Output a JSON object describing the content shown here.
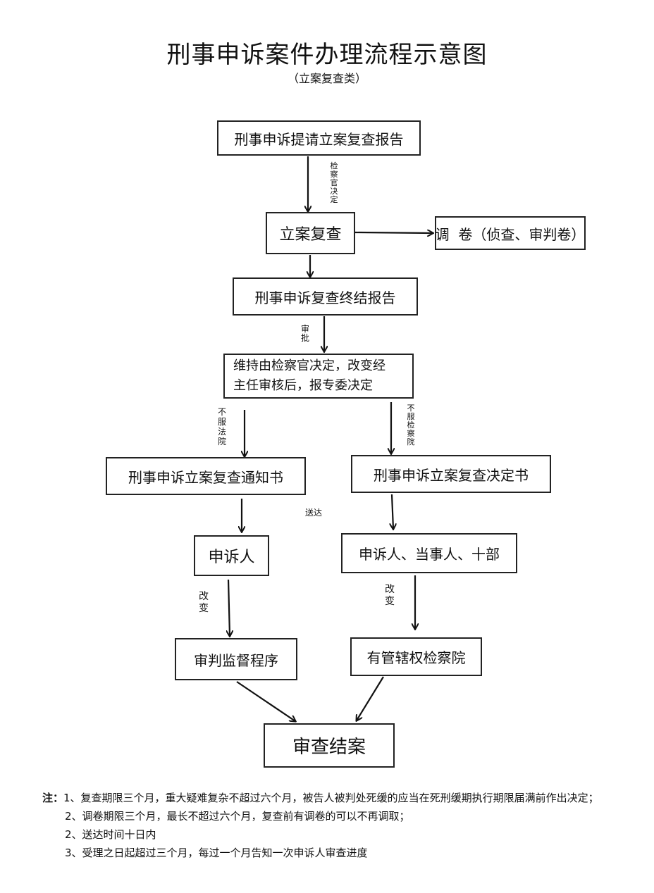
{
  "title": "刑事申诉案件办理流程示意图",
  "subtitle": "（立案复查类）",
  "boxes": {
    "report": "刑事申诉提请立案复查报告",
    "review": "立案复查",
    "retrieve": "调  卷（侦查、审判卷）",
    "final_report": "刑事申诉复查终结报告",
    "decision_line1": "维持由检察官决定，改变经",
    "decision_line2": "主任审核后，报专委决定",
    "notice": "刑事申诉立案复查通知书",
    "decision_doc": "刑事申诉立案复查决定书",
    "appellant": "申诉人",
    "parties": "申诉人、当事人、十部",
    "trial_supervision": "审判监督程序",
    "jurisdiction": "有管辖权检察院",
    "close": "审查结案"
  },
  "labels": {
    "prosecutor_decides": "检察官决定",
    "approve": "审批",
    "not_accept_court": "不服法院",
    "not_accept_procuratorate": "不服检察院",
    "deliver": "送达",
    "change_left": "改变",
    "change_right": "改变"
  },
  "notes": {
    "prefix": "注：",
    "line1": "1、复查期限三个月，重大疑难复杂不超过六个月，被告人被判处死缓的应当在死刑缓期执行期限届满前作出决定；",
    "line2": "2、调卷期限三个月，最长不超过六个月，复查前有调卷的可以不再调取；",
    "line3": "2、送达时间十日内",
    "line4": "3、受理之日起超过三个月，每过一个月告知一次申诉人审查进度"
  }
}
